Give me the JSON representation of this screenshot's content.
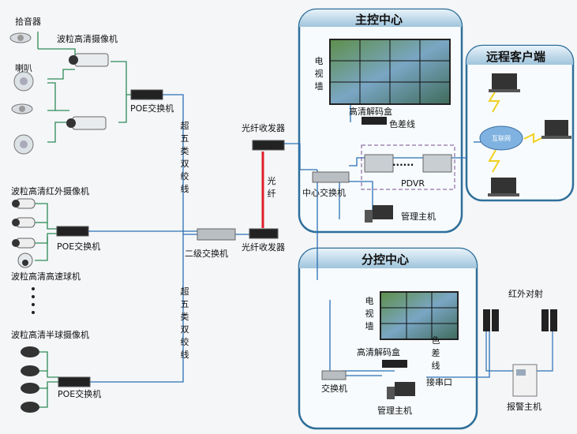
{
  "devices": {
    "pickup": "拾音器",
    "hd_camera": "波粒高清摄像机",
    "speaker": "喇叭",
    "poe_switch_1": "POE交换机",
    "twisted_pair_1": "超五类双绞线",
    "ir_camera": "波粒高清红外摄像机",
    "poe_switch_2": "POE交换机",
    "speed_dome": "波粒高清高速球机",
    "dome_camera": "波粒高清半球摄像机",
    "poe_switch_3": "POE交换机",
    "twisted_pair_2": "超五类双绞线",
    "level2_switch": "二级交换机",
    "fiber_tx_bottom": "光纤收发器",
    "fiber": "光纤",
    "fiber_tx_top": "光纤收发器"
  },
  "main_center": {
    "title": "主控中心",
    "tv_wall": "电视墙",
    "hd_decoder": "高清解码盒",
    "color_diff_cable": "色差线",
    "pdvr": "PDVR",
    "pdvr_dots": "......",
    "center_switch": "中心交换机",
    "mgmt_host": "管理主机"
  },
  "remote": {
    "title": "远程客户端",
    "internet": "互联网"
  },
  "sub_center": {
    "title": "分控中心",
    "tv_wall": "电视墙",
    "hd_decoder": "高清解码盒",
    "color_diff_cable": "色差线",
    "switch": "交换机",
    "serial_port": "接串口",
    "mgmt_host": "管理主机"
  },
  "alarm": {
    "ir_beam": "红外对射",
    "alarm_host": "报警主机"
  },
  "colors": {
    "fiber": "#e0202a",
    "link_blue": "#2a6fb5",
    "link_green": "#2e8b57",
    "panel_border": "#2f6f9a",
    "title_bar": "#cfe3ef"
  }
}
